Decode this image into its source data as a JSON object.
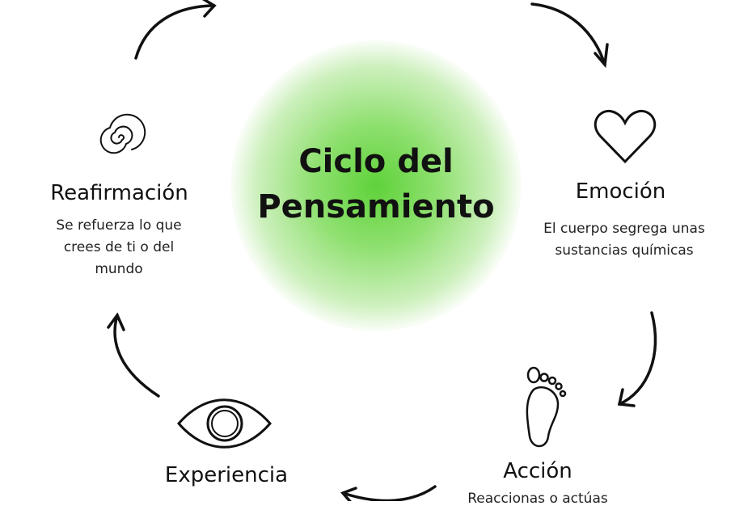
{
  "title": {
    "line1": "Ciclo del",
    "line2": "Pensamiento"
  },
  "colors": {
    "glow": "#5fd23a",
    "stroke": "#111111"
  },
  "steps": [
    {
      "label": "Emoción",
      "desc": "El cuerpo segrega unas sustancias químicas",
      "icon": "heart-icon"
    },
    {
      "label": "Acción",
      "desc": "Reaccionas o actúas",
      "icon": "foot-icon"
    },
    {
      "label": "Experiencia",
      "icon": "eye-icon"
    },
    {
      "label": "Reafirmación",
      "desc": "Se refuerza lo que crees de ti o del mundo",
      "icon": "spiral-icon"
    }
  ]
}
